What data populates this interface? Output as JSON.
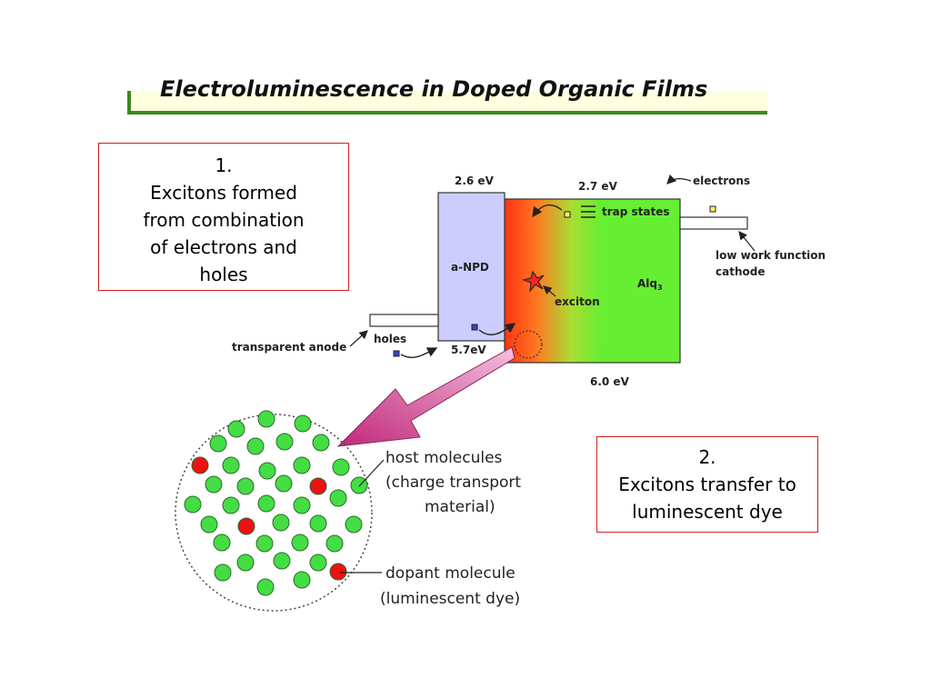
{
  "title": "Electroluminescence in Doped Organic Films",
  "box1": {
    "lines": [
      "1.",
      "Excitons formed",
      "from combination",
      "of electrons and",
      "holes"
    ]
  },
  "box2": {
    "lines": [
      "2.",
      "Excitons transfer to",
      "luminescent dye"
    ]
  },
  "band": {
    "npd_top": "2.6 eV",
    "npd_label": "a-NPD",
    "npd_bottom": "5.7eV",
    "alq_top": "2.7 eV",
    "alq_label": "Alq",
    "alq_sub": "3",
    "alq_bottom": "6.0 eV",
    "trap_states": "trap states",
    "exciton": "exciton",
    "electrons": "electrons",
    "cathode_1": "low work function",
    "cathode_2": "cathode",
    "holes": "holes",
    "anode": "transparent anode"
  },
  "molecules": {
    "host_1": "host molecules",
    "host_2": "(charge transport",
    "host_3": "material)",
    "dopant_1": "dopant molecule",
    "dopant_2": "(luminescent dye)"
  },
  "colors": {
    "title_accent": "#3a8a1a",
    "title_bg": "#ffffe0",
    "box_border": "#d02020",
    "npd_fill": "#ccccff",
    "alq_green": "#66ee33",
    "junction_red": "#ff3311",
    "host": "#44dd44",
    "dopant": "#ee1111",
    "arrow": "#cc3388"
  }
}
